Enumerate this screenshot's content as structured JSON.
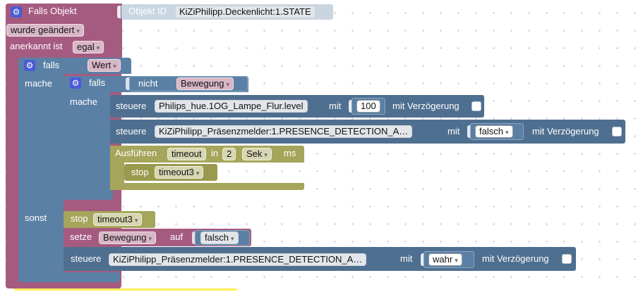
{
  "trigger": {
    "title": "Falls Objekt",
    "object_id_label": "Objekt ID",
    "object_id_value": "KiZiPhilipp.Deckenlicht:1.STATE",
    "changed": "wurde geändert",
    "ack_label": "anerkannt ist",
    "ack_value": "egal"
  },
  "if_outer": {
    "falls": "falls",
    "value": "Wert",
    "mache": "mache",
    "sonst": "sonst"
  },
  "if_inner": {
    "falls": "falls",
    "nicht": "nicht",
    "var": "Bewegung",
    "mache": "mache"
  },
  "control1": {
    "steuere": "steuere",
    "target": "Philips_hue.1OG_Lampe_Flur.level",
    "mit": "mit",
    "value": "100",
    "delay": "mit Verzögerung"
  },
  "control2": {
    "steuere": "steuere",
    "target": "KiZiPhilipp_Präsenzmelder:1.PRESENCE_DETECTION_A…",
    "mit": "mit",
    "value": "falsch",
    "delay": "mit Verzögerung"
  },
  "timeout": {
    "ausfuehren": "Ausführen",
    "name": "timeout",
    "in": "in",
    "amount": "2",
    "unit": "Sek",
    "ms": "ms",
    "stop": "stop",
    "stop_name": "timeout3"
  },
  "else_block": {
    "stop": "stop",
    "stop_name": "timeout3",
    "setze": "setze",
    "var": "Bewegung",
    "auf": "auf",
    "value": "falsch",
    "steuere": "steuere",
    "target": "KiZiPhilipp_Präsenzmelder:1.PRESENCE_DETECTION_A…",
    "mit": "mit",
    "ctrl_value": "wahr",
    "delay": "mit Verzögerung"
  },
  "icons": [
    "gear-icon",
    "dropdown-arrow-icon",
    "checkbox"
  ],
  "colors": {
    "event": "#a55b80",
    "logic": "#5b80a5",
    "timeout": "#a5a55b",
    "workspace": "#ffffff"
  }
}
